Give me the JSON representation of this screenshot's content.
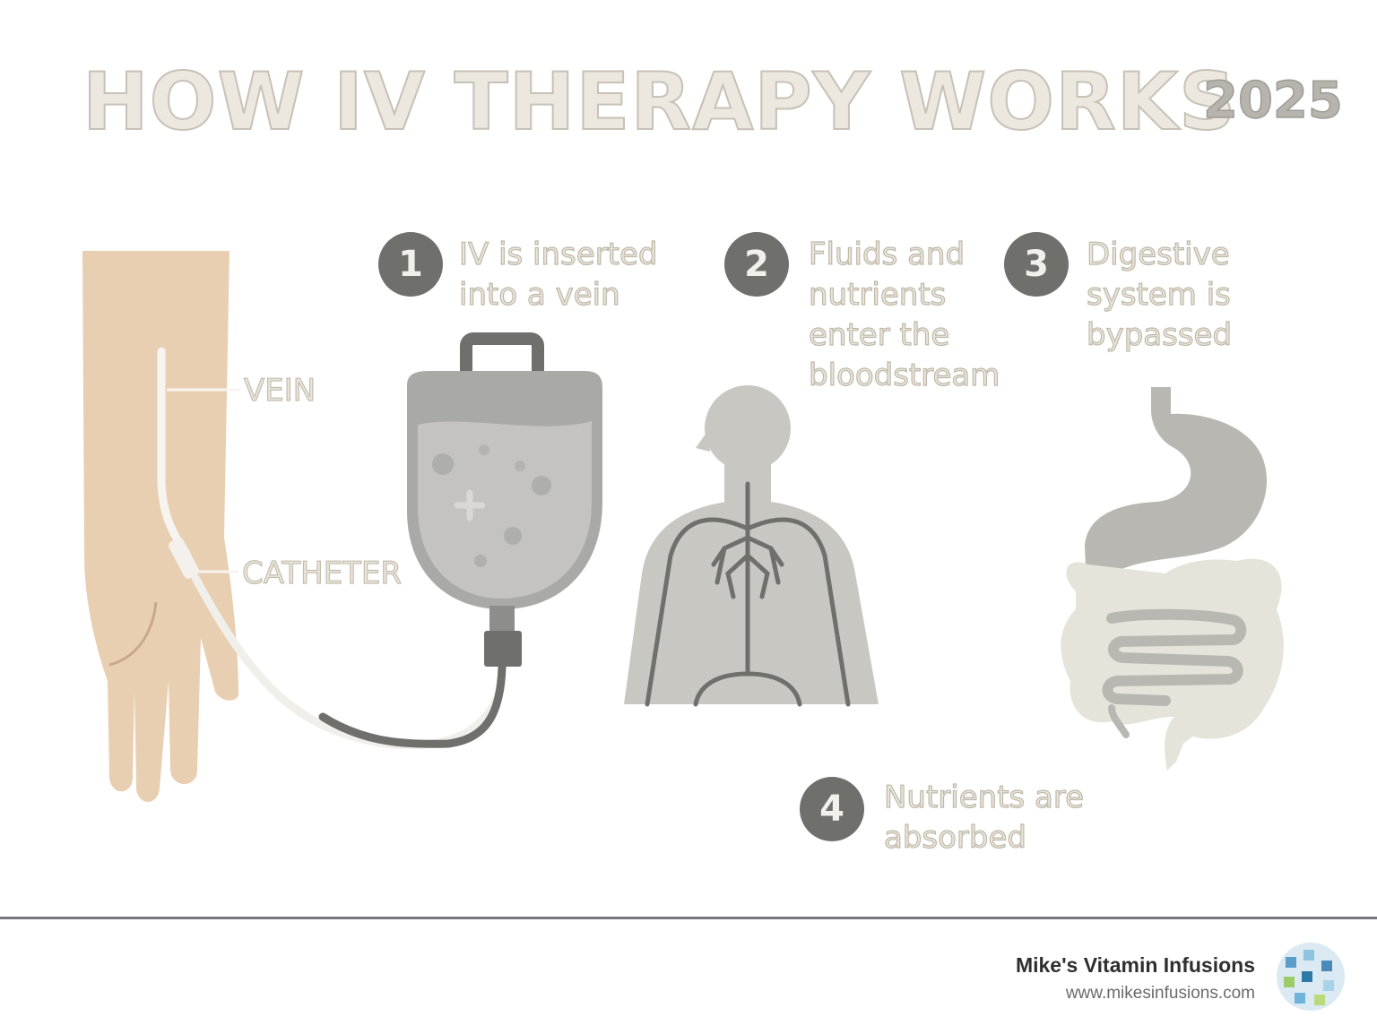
{
  "header": {
    "title": "HOW IV THERAPY WORKS",
    "year": "2025"
  },
  "labels": {
    "vein": "VEIN",
    "catheter": "CATHETER"
  },
  "steps": [
    {
      "number": "1",
      "text": "IV is inserted into a vein"
    },
    {
      "number": "2",
      "text": "Fluids and nutrients enter the bloodstream"
    },
    {
      "number": "3",
      "text": "Digestive system is bypassed"
    },
    {
      "number": "4",
      "text": "Nutrients are absorbed"
    }
  ],
  "footer": {
    "brand": "Mike's Vitamin Infusions",
    "url": "www.mikesinfusions.com"
  },
  "colors": {
    "skin": "#e9cfb2",
    "iv_bag": "#a9a9a6",
    "body": "#c8c7c2",
    "vessels": "#6f706c",
    "intestine": "#e6e3da",
    "badge": "#6f706c"
  },
  "icons": [
    "arm-illustration",
    "iv-bag-icon",
    "human-torso-icon",
    "digestive-system-icon",
    "brand-logo-icon"
  ]
}
